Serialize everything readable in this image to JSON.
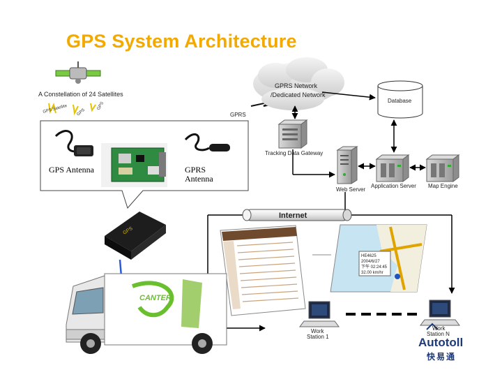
{
  "title": "GPS System Architecture",
  "labels": {
    "satellites": "A Constellation of 24 Satellites",
    "gprs_network": "GPRS Network",
    "dedicated_network": "/Dedicated Network",
    "gprs": "GPRS",
    "database": "Database",
    "tracking_gateway": "Tracking Data Gateway",
    "web_server": "Web Server",
    "application_server": "Application Server",
    "map_engine": "Map Engine",
    "internet": "Internet",
    "gps_antenna": "GPS Antenna",
    "gprs_antenna_1": "GPRS",
    "gprs_antenna_2": "Antenna",
    "workstation_1a": "Work",
    "workstation_1b": "Station 1",
    "workstation_na": "Work",
    "workstation_nb": "Station N",
    "map_info_1": "HE4625",
    "map_info_2": "2004/6/27",
    "map_info_3": "下午 02:24:45",
    "map_info_4": "32.00 km/hr"
  },
  "brand": {
    "name": "Autotoll",
    "chinese": "快易通"
  },
  "colors": {
    "title": "#f2a900",
    "brand": "#1e3a78",
    "truck_cab": "#e8e8e8",
    "truck_box": "#ffffff",
    "accent_green": "#6abf2e",
    "connector_blue": "#2a5bd7"
  }
}
